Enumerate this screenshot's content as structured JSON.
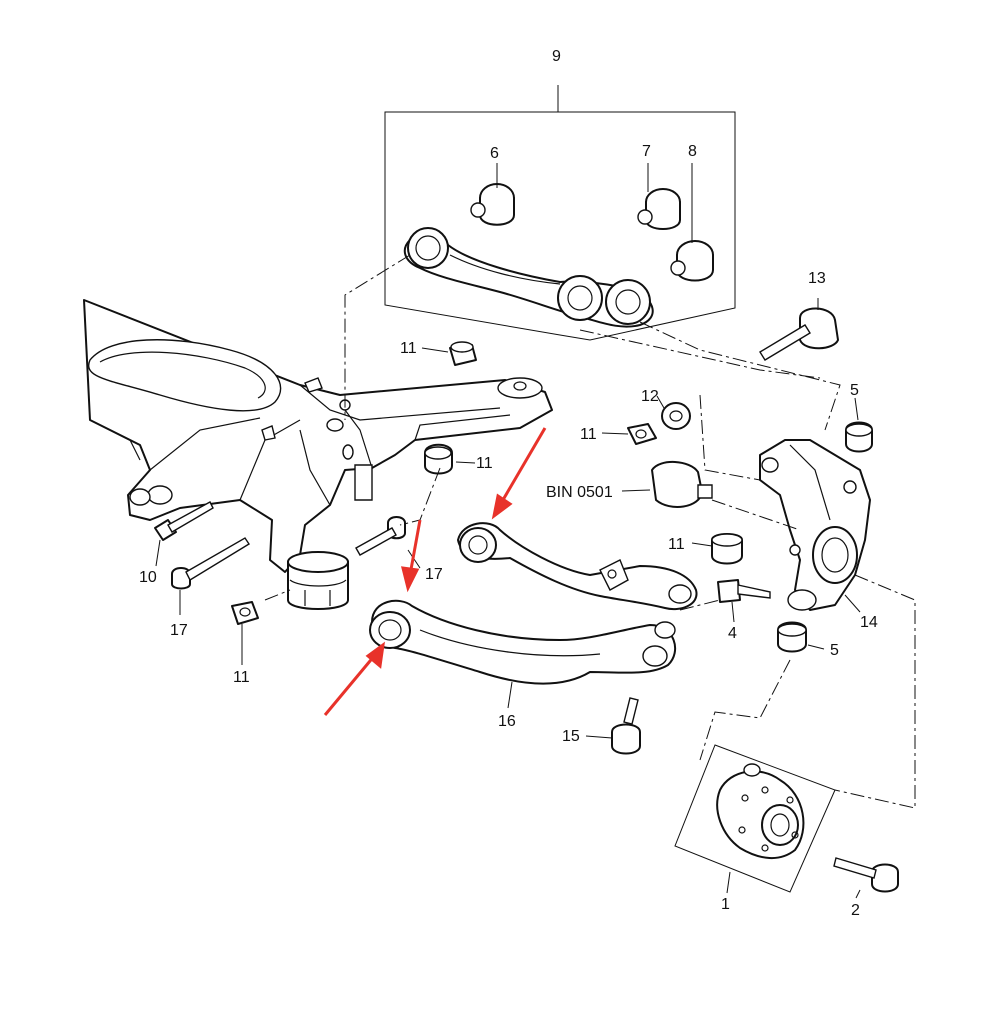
{
  "figure": {
    "code": "BIN 0501",
    "arrow_color": "#e8322a",
    "callouts": {
      "c1": "1",
      "c2": "2",
      "c4": "4",
      "c5a": "5",
      "c5b": "5",
      "c6": "6",
      "c7": "7",
      "c8": "8",
      "c9": "9",
      "c10": "10",
      "c11a": "11",
      "c11b": "11",
      "c11c": "11",
      "c11d": "11",
      "c11e": "11",
      "c12": "12",
      "c13": "13",
      "c14": "14",
      "c15": "15",
      "c16": "16",
      "c17a": "17",
      "c17b": "17"
    }
  }
}
